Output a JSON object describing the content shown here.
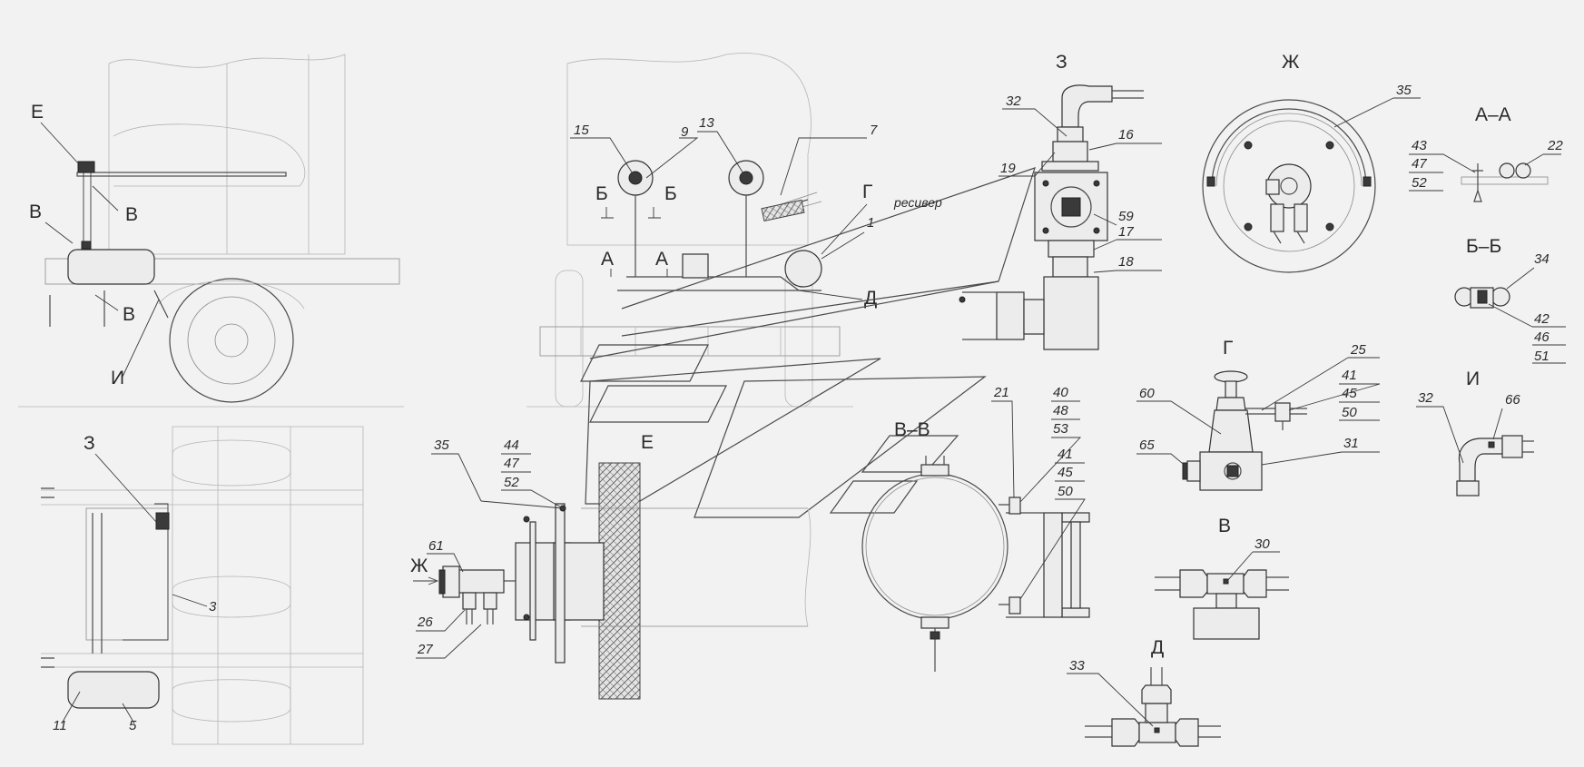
{
  "views": {
    "e_top": "Е",
    "v_left": "В",
    "v_side1": "В",
    "v_side2": "В",
    "i_left": "И",
    "z_left": "З",
    "b1": "Б",
    "b2": "Б",
    "a1": "А",
    "a2": "А",
    "g_main": "Г",
    "d_main": "Д",
    "z_right": "З",
    "zh_top": "Ж",
    "aa": "А–А",
    "bb": "Б–Б",
    "g_detail": "Г",
    "i_detail": "И",
    "v_detail": "В",
    "d_detail": "Д",
    "e_center": "Е",
    "vv": "В–В",
    "zh_arrow": "Ж"
  },
  "notes": {
    "receiver": "ресивер"
  },
  "callouts": {
    "c11": "11",
    "c5": "5",
    "c3": "3",
    "c15": "15",
    "c9": "9",
    "c13": "13",
    "c7": "7",
    "c1": "1",
    "c32": "32",
    "c16": "16",
    "c19": "19",
    "c59": "59",
    "c17": "17",
    "c18": "18",
    "c35top": "35",
    "aa_stack": [
      "43",
      "47",
      "52"
    ],
    "c22": "22",
    "c34": "34",
    "bb_stack": [
      "42",
      "46",
      "51"
    ],
    "c25": "25",
    "g_stack": [
      "41",
      "45",
      "50"
    ],
    "c60": "60",
    "c65": "65",
    "c31": "31",
    "c32i": "32",
    "c66": "66",
    "c30": "30",
    "c33": "33",
    "c35mid": "35",
    "mid_stack": [
      "44",
      "47",
      "52"
    ],
    "c61": "61",
    "c26": "26",
    "c27": "27",
    "c21": "21",
    "vv_stack1": [
      "40",
      "48",
      "53"
    ],
    "vv_stack2": [
      "41",
      "45",
      "50"
    ]
  }
}
